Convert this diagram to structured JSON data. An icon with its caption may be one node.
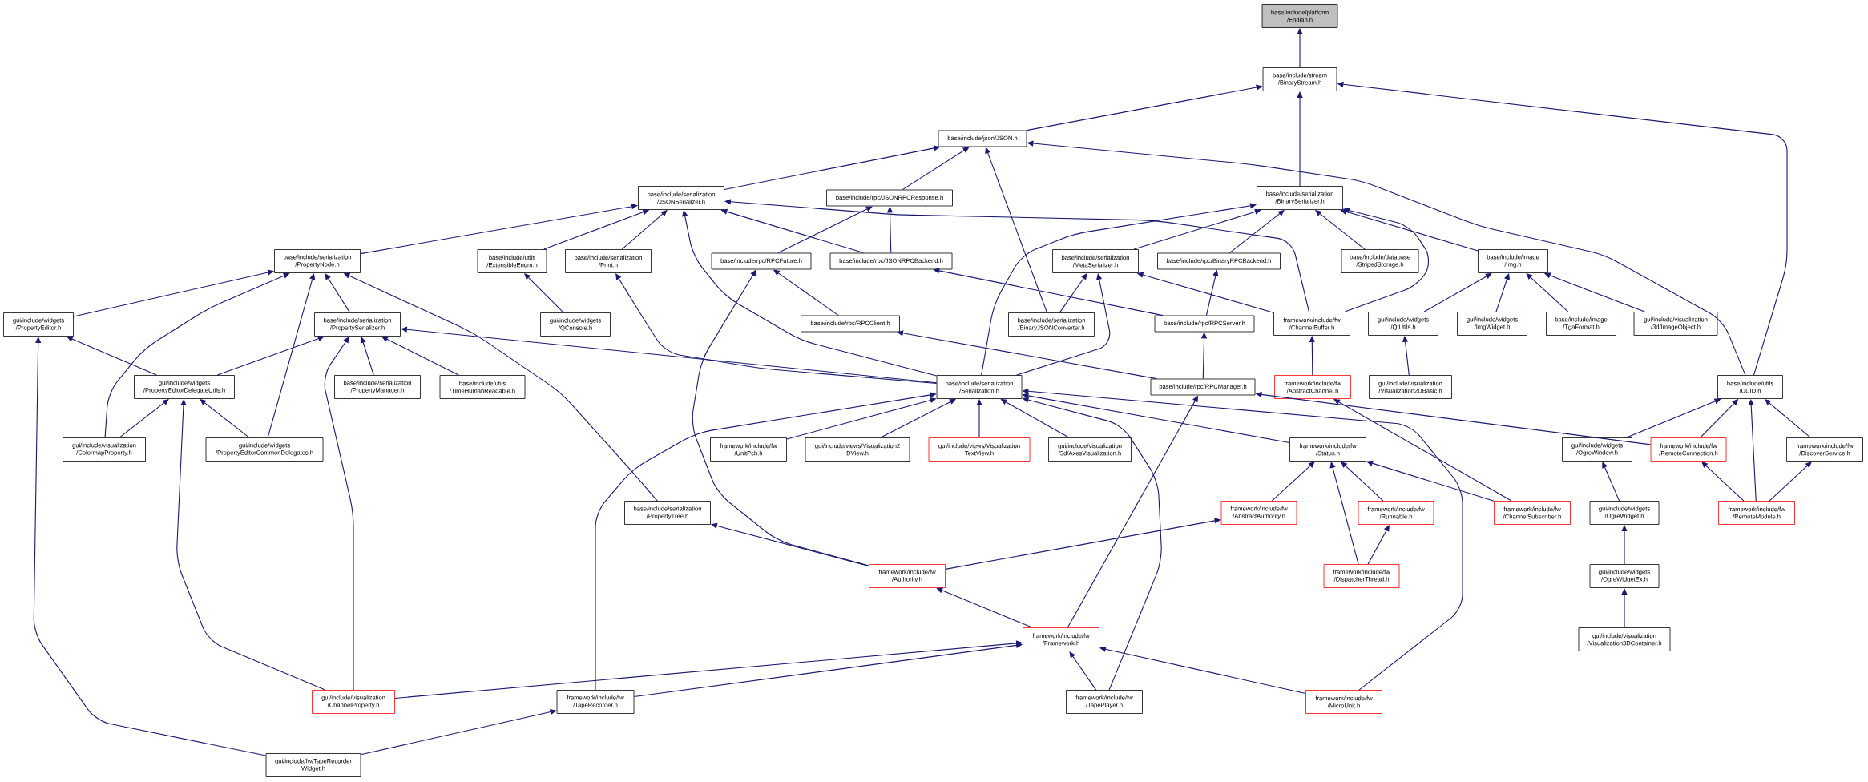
{
  "diagram": {
    "nodes": [
      {
        "text": [
          "base/include/platform /Endian.h"
        ]
      },
      {
        "text": [
          "base/include/stream /BinaryStream.h"
        ]
      },
      {
        "text": [
          "base/include/json/JSON.h"
        ]
      },
      {
        "text": [
          "base/include/serialization /JSONSerializer.h"
        ]
      },
      {
        "text": [
          "base/include/rpc/JSONRPCResponse.h"
        ]
      },
      {
        "text": [
          "base/include/serialization /BinarySerializer.h"
        ]
      },
      {
        "text": [
          "base/include/serialization /PropertyNode.h"
        ]
      },
      {
        "text": [
          "base/include/utils /ExtensibleEnum.h"
        ]
      },
      {
        "text": [
          "base/include/serialization /Print.h"
        ]
      },
      {
        "text": [
          "base/include/rpc/RPCFuture.h"
        ]
      },
      {
        "text": [
          "base/include/rpc/JSONRPCBackend.h"
        ]
      },
      {
        "text": [
          "base/include/serialization /MetaSerializer.h"
        ]
      },
      {
        "text": [
          "base/include/rpc/BinaryRPCBackend.h"
        ]
      },
      {
        "text": [
          "base/include/database /StripedStorage.h"
        ]
      },
      {
        "text": [
          "base/include/image /Img.h"
        ]
      },
      {
        "text": [
          "gui/include/widgets /PropertyEditor.h"
        ]
      },
      {
        "text": [
          "base/include/serialization /PropertySerializer.h"
        ]
      },
      {
        "text": [
          "gui/include/widgets /QConsole.h"
        ]
      },
      {
        "text": [
          "base/include/rpc/RPCClient.h"
        ]
      },
      {
        "text": [
          "base/include/serialization /BinaryJSONConverter.h"
        ]
      },
      {
        "text": [
          "base/include/rpc/RPCServer.h"
        ]
      },
      {
        "text": [
          "framework/include/fw /ChannelBuffer.h"
        ]
      },
      {
        "text": [
          "gui/include/widgets /QtUtils.h"
        ]
      },
      {
        "text": [
          "gui/include/widgets /ImgWidget.h"
        ]
      },
      {
        "text": [
          "base/include/image /TgaFormat.h"
        ]
      },
      {
        "text": [
          "gui/include/visualization /3d/ImageObject.h"
        ]
      },
      {
        "text": [
          "gui/include/widgets /PropertyEditorDelegateUtils.h"
        ]
      },
      {
        "text": [
          "base/include/serialization /PropertyManager.h"
        ]
      },
      {
        "text": [
          "base/include/utils /TimeHumanReadable.h"
        ]
      },
      {
        "text": [
          "base/include/serialization /Serialization.h"
        ]
      },
      {
        "text": [
          "base/include/rpc/RPCManager.h"
        ]
      },
      {
        "text": [
          "framework/include/fw /AbstractChannel.h"
        ]
      },
      {
        "text": [
          "gui/include/visualization /Visualization2DBasic.h"
        ]
      },
      {
        "text": [
          "base/include/utils /UUID.h"
        ]
      },
      {
        "text": [
          "gui/include/visualization /ColormapProperty.h"
        ]
      },
      {
        "text": [
          "gui/include/widgets /PropertyEditorCommonDelegates.h"
        ]
      },
      {
        "text": [
          "framework/include/fw /UnitPch.h"
        ]
      },
      {
        "text": [
          "gui/include/views/Visualization2 DView.h"
        ]
      },
      {
        "text": [
          "gui/include/views/Visualization TextView.h"
        ]
      },
      {
        "text": [
          "gui/include/visualization /3d/AxesVisualization.h"
        ]
      },
      {
        "text": [
          "framework/include/fw /Status.h"
        ]
      },
      {
        "text": [
          "gui/include/widgets /OgreWindow.h"
        ]
      },
      {
        "text": [
          "framework/include/fw /RemoteConnection.h"
        ]
      },
      {
        "text": [
          "framework/include/fw /DiscoverService.h"
        ]
      },
      {
        "text": [
          "base/include/serialization /PropertyTree.h"
        ]
      },
      {
        "text": [
          "framework/include/fw /AbstractAuthority.h"
        ]
      },
      {
        "text": [
          "framework/include/fw /Runnable.h"
        ]
      },
      {
        "text": [
          "framework/include/fw /ChannelSubscriber.h"
        ]
      },
      {
        "text": [
          "gui/include/widgets /OgreWidget.h"
        ]
      },
      {
        "text": [
          "framework/include/fw /RemoteModule.h"
        ]
      },
      {
        "text": [
          "framework/include/fw /DispatcherThread.h"
        ]
      },
      {
        "text": [
          "gui/include/widgets /OgreWidgetEx.h"
        ]
      },
      {
        "text": [
          "framework/include/fw /Authority.h"
        ]
      },
      {
        "text": [
          "framework/include/fw /Framework.h"
        ]
      },
      {
        "text": [
          "gui/include/visualization /Visualization3DContainer.h"
        ]
      },
      {
        "text": [
          "gui/include/visualization /ChannelProperty.h"
        ]
      },
      {
        "text": [
          "framework/include/fw /TapeRecorder.h"
        ]
      },
      {
        "text": [
          "framework/include/fw /TapePlayer.h"
        ]
      },
      {
        "text": [
          "framework/include/fw /MicroUnit.h"
        ]
      },
      {
        "text": [
          "gui/include/fw/TapeRecorder Widget.h"
        ]
      }
    ],
    "edges": [
      {
        "from": 1,
        "to": 0,
        "arrow": "to"
      },
      {
        "from": 2,
        "to": 1,
        "arrow": "to"
      },
      {
        "from": 5,
        "to": 1,
        "arrow": "to"
      },
      {
        "from": 33,
        "to": 1,
        "arrow": "to"
      },
      {
        "from": 3,
        "to": 2,
        "arrow": "to"
      },
      {
        "from": 4,
        "to": 2,
        "arrow": "to"
      },
      {
        "from": 19,
        "to": 2,
        "arrow": "to"
      },
      {
        "from": 33,
        "to": 2,
        "arrow": "to"
      },
      {
        "from": 6,
        "to": 3,
        "arrow": "to"
      },
      {
        "from": 7,
        "to": 3,
        "arrow": "to"
      },
      {
        "from": 8,
        "to": 3,
        "arrow": "to"
      },
      {
        "from": 10,
        "to": 3,
        "arrow": "to"
      },
      {
        "from": 29,
        "to": 3,
        "arrow": "to"
      },
      {
        "from": 21,
        "to": 3,
        "arrow": "to"
      },
      {
        "from": 9,
        "to": 4,
        "arrow": "to"
      },
      {
        "from": 10,
        "to": 4,
        "arrow": "to"
      },
      {
        "from": 11,
        "to": 5,
        "arrow": "to"
      },
      {
        "from": 12,
        "to": 5,
        "arrow": "to"
      },
      {
        "from": 13,
        "to": 5,
        "arrow": "to"
      },
      {
        "from": 14,
        "to": 5,
        "arrow": "to"
      },
      {
        "from": 29,
        "to": 5,
        "arrow": "to"
      },
      {
        "from": 21,
        "to": 5,
        "arrow": "to"
      },
      {
        "from": 15,
        "to": 6,
        "arrow": "to"
      },
      {
        "from": 16,
        "to": 6,
        "arrow": "to"
      },
      {
        "from": 34,
        "to": 6,
        "arrow": "to"
      },
      {
        "from": 35,
        "to": 6,
        "arrow": "to"
      },
      {
        "from": 44,
        "to": 6,
        "arrow": "to"
      },
      {
        "from": 17,
        "to": 7,
        "arrow": "to"
      },
      {
        "from": 29,
        "to": 8,
        "arrow": "to"
      },
      {
        "from": 18,
        "to": 9,
        "arrow": "to"
      },
      {
        "from": 52,
        "to": 9,
        "arrow": "to"
      },
      {
        "from": 20,
        "to": 10,
        "arrow": "to"
      },
      {
        "from": 19,
        "to": 11,
        "arrow": "to"
      },
      {
        "from": 29,
        "to": 11,
        "arrow": "to"
      },
      {
        "from": 21,
        "to": 11,
        "arrow": "to"
      },
      {
        "from": 20,
        "to": 12,
        "arrow": "to"
      },
      {
        "from": 22,
        "to": 14,
        "arrow": "to"
      },
      {
        "from": 23,
        "to": 14,
        "arrow": "to"
      },
      {
        "from": 24,
        "to": 14,
        "arrow": "to"
      },
      {
        "from": 25,
        "to": 14,
        "arrow": "to"
      },
      {
        "from": 26,
        "to": 15,
        "arrow": "to"
      },
      {
        "from": 59,
        "to": 15,
        "arrow": "to"
      },
      {
        "from": 26,
        "to": 16,
        "arrow": "to"
      },
      {
        "from": 27,
        "to": 16,
        "arrow": "to"
      },
      {
        "from": 28,
        "to": 16,
        "arrow": "to"
      },
      {
        "from": 29,
        "to": 16,
        "arrow": "to"
      },
      {
        "from": 55,
        "to": 16,
        "arrow": "to"
      },
      {
        "from": 30,
        "to": 18,
        "arrow": "to"
      },
      {
        "from": 30,
        "to": 20,
        "arrow": "to"
      },
      {
        "from": 31,
        "to": 21,
        "arrow": "to"
      },
      {
        "from": 32,
        "to": 22,
        "arrow": "to"
      },
      {
        "from": 34,
        "to": 26,
        "arrow": "to"
      },
      {
        "from": 35,
        "to": 26,
        "arrow": "to"
      },
      {
        "from": 55,
        "to": 26,
        "arrow": "to"
      },
      {
        "from": 36,
        "to": 29,
        "arrow": "to"
      },
      {
        "from": 37,
        "to": 29,
        "arrow": "to"
      },
      {
        "from": 38,
        "to": 29,
        "arrow": "to"
      },
      {
        "from": 39,
        "to": 29,
        "arrow": "to"
      },
      {
        "from": 40,
        "to": 29,
        "arrow": "to"
      },
      {
        "from": 56,
        "to": 29,
        "arrow": "to"
      },
      {
        "from": 57,
        "to": 29,
        "arrow": "to"
      },
      {
        "from": 58,
        "to": 29,
        "arrow": "to"
      },
      {
        "from": 53,
        "to": 30,
        "arrow": "to"
      },
      {
        "from": 42,
        "to": 30,
        "arrow": "to"
      },
      {
        "from": 47,
        "to": 31,
        "arrow": "to"
      },
      {
        "from": 41,
        "to": 33,
        "arrow": "to"
      },
      {
        "from": 42,
        "to": 33,
        "arrow": "to"
      },
      {
        "from": 49,
        "to": 33,
        "arrow": "to"
      },
      {
        "from": 43,
        "to": 33,
        "arrow": "to"
      },
      {
        "from": 45,
        "to": 40,
        "arrow": "to"
      },
      {
        "from": 50,
        "to": 40,
        "arrow": "to"
      },
      {
        "from": 46,
        "to": 40,
        "arrow": "to"
      },
      {
        "from": 47,
        "to": 40,
        "arrow": "to"
      },
      {
        "from": 48,
        "to": 41,
        "arrow": "to"
      },
      {
        "from": 49,
        "to": 42,
        "arrow": "to"
      },
      {
        "from": 49,
        "to": 43,
        "arrow": "to"
      },
      {
        "from": 52,
        "to": 44,
        "arrow": "to"
      },
      {
        "from": 52,
        "to": 45,
        "arrow": "to"
      },
      {
        "from": 50,
        "to": 46,
        "arrow": "to"
      },
      {
        "from": 51,
        "to": 48,
        "arrow": "to"
      },
      {
        "from": 53,
        "to": 52,
        "arrow": "to"
      },
      {
        "from": 54,
        "to": 51,
        "arrow": "to"
      },
      {
        "from": 55,
        "to": 53,
        "arrow": "to"
      },
      {
        "from": 56,
        "to": 53,
        "arrow": "to"
      },
      {
        "from": 57,
        "to": 53,
        "arrow": "to"
      },
      {
        "from": 58,
        "to": 53,
        "arrow": "to"
      },
      {
        "from": 59,
        "to": 56,
        "arrow": "to"
      }
    ]
  }
}
